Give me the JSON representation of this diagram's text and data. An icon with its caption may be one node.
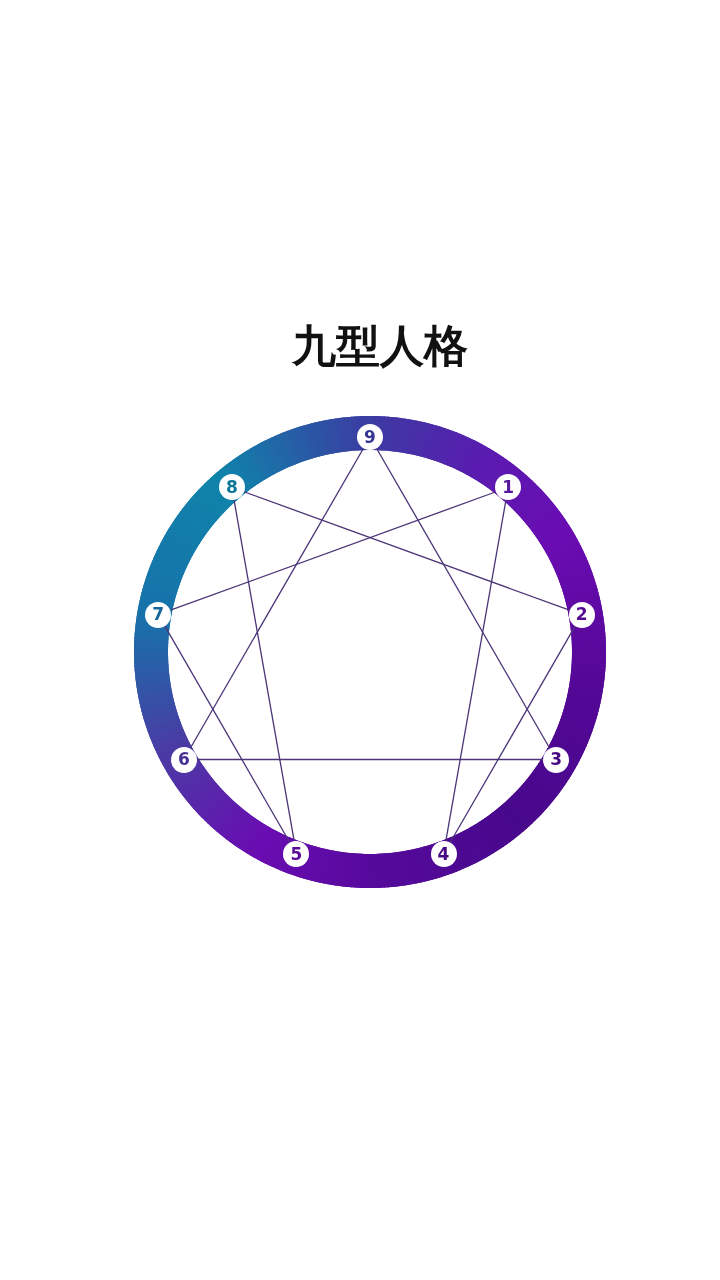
{
  "diagram": {
    "title": "九型人格",
    "nodes": [
      {
        "text": [
          "9"
        ]
      },
      {
        "text": [
          "8"
        ]
      },
      {
        "text": [
          "1"
        ]
      },
      {
        "text": [
          "7"
        ]
      },
      {
        "text": [
          "2"
        ]
      },
      {
        "text": [
          "6"
        ]
      },
      {
        "text": [
          "3"
        ]
      },
      {
        "text": [
          "5"
        ]
      },
      {
        "text": [
          "4"
        ]
      }
    ],
    "edges": [
      {
        "from": 0,
        "to": 6,
        "arrow": "none"
      },
      {
        "from": 6,
        "to": 5,
        "arrow": "none"
      },
      {
        "from": 5,
        "to": 0,
        "arrow": "none"
      },
      {
        "from": 2,
        "to": 8,
        "arrow": "none"
      },
      {
        "from": 8,
        "to": 4,
        "arrow": "none"
      },
      {
        "from": 4,
        "to": 1,
        "arrow": "none"
      },
      {
        "from": 1,
        "to": 7,
        "arrow": "none"
      },
      {
        "from": 7,
        "to": 3,
        "arrow": "none"
      },
      {
        "from": 3,
        "to": 2,
        "arrow": "none"
      }
    ]
  }
}
